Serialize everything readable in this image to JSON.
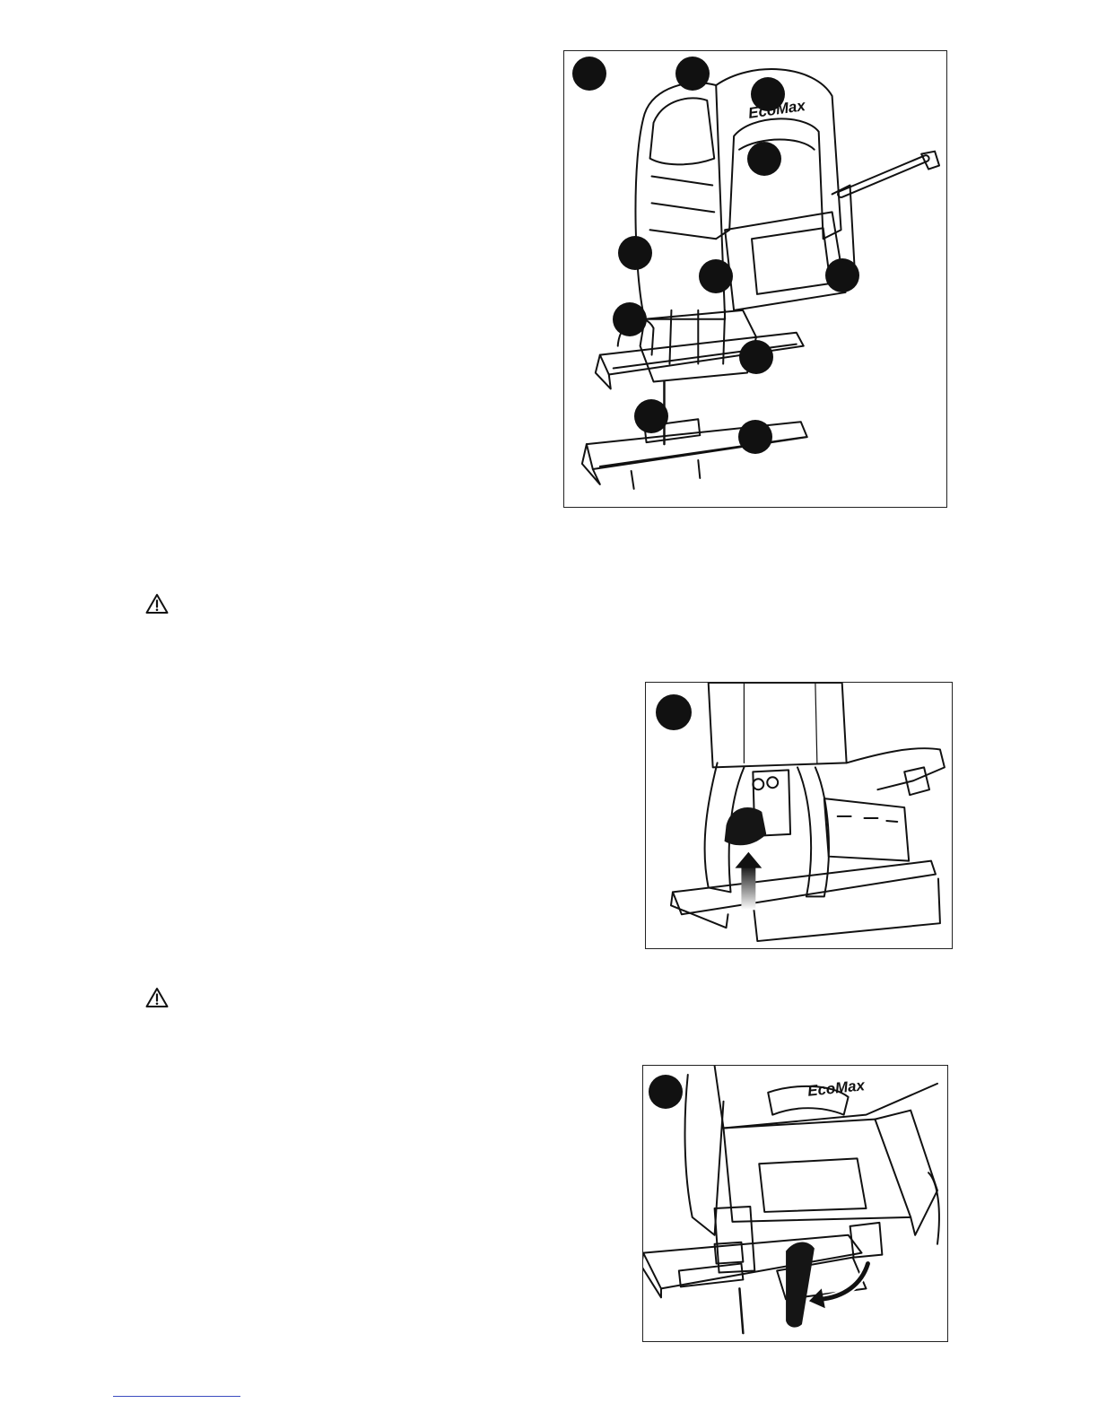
{
  "figures": [
    {
      "id": "fig-1",
      "description_icon": "jigsaw-overview-illustration",
      "brand": "EcoMax",
      "callouts": 11
    },
    {
      "id": "fig-2",
      "description_icon": "blade-guard-insertion-illustration",
      "callouts": 1
    },
    {
      "id": "fig-3",
      "description_icon": "bevel-lever-illustration",
      "brand": "EcoMax",
      "callouts": 1
    }
  ],
  "icons": {
    "warning": "warning-triangle-icon",
    "arrow_up": "arrow-up-icon",
    "arrow_curved": "curved-arrow-icon"
  },
  "colors": {
    "ink": "#111111",
    "frame": "#222222",
    "footer_rule": "#3b4cc0"
  }
}
